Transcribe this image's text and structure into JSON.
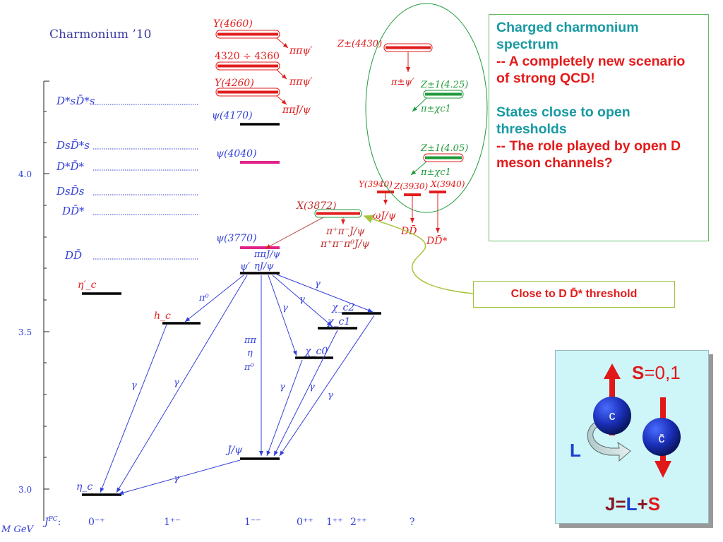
{
  "title": "Charmonium ’10",
  "axis": {
    "unit_label": "M GeV",
    "jpc_label": "J",
    "jpc_sup": "PC",
    "jpc_colon": ":",
    "ticks": [
      "3.0",
      "3.5",
      "4.0"
    ]
  },
  "jpc_columns": [
    "0⁻⁺",
    "1⁺⁻",
    "1⁻⁻",
    "0⁺⁺",
    "1⁺⁺",
    "2⁺⁺",
    "?"
  ],
  "thresholds": [
    "D*sD̄*s",
    "DsD̄*s",
    "D*D̄*",
    "DsD̄s",
    "DD̄*",
    "DD̄"
  ],
  "states": {
    "etac": "η_c",
    "etac2": "η′_c",
    "hc": "h_c",
    "jpsi": "J/ψ",
    "psi2s": "ψ′",
    "chic0": "χ_c0",
    "chic1": "χ_c1",
    "chic2": "χ_c2",
    "psi3770": "ψ(3770)",
    "psi4040": "ψ(4040)",
    "psi4170": "ψ(4170)",
    "y4260": "Y(4260)",
    "y4360": "4320 ÷ 4360",
    "y4660": "Y(4660)",
    "x3872": "X(3872)",
    "y3940": "Y(3940)",
    "z3930": "Z(3930)",
    "x3940": "X(3940)",
    "z4430": "Z±(4430)",
    "z4250": "Z±1(4.25)",
    "z4050": "Z±1(4.05)"
  },
  "transitions": {
    "gamma": "γ",
    "pi0": "π⁰",
    "pipi": "ππ",
    "eta": "η",
    "pi0b": "π⁰",
    "pipi_jpsi": "ππJ/ψ",
    "eta_jpsi": "ηJ/ψ",
    "pipi_psi2s_a": "ππψ′",
    "pipi_psi2s_b": "ππψ′",
    "pipi_jpsi_y": "ππJ/ψ",
    "x_pipijpsi": "π⁺π⁻J/ψ",
    "x_pipipi0jpsi": "π⁺π⁻π⁰J/ψ",
    "omega_jpsi": "ωJ/ψ",
    "ddbar": "DD̄",
    "ddbarstar": "DD̄*",
    "pi_psi2s": "π±ψ′",
    "pi_chic1_a": "π±χc1",
    "pi_chic1_b": "π±χc1"
  },
  "notes": {
    "heading": "Charged charmonium spectrum",
    "line1": "-- A completely new scenario of strong QCD!",
    "heading2": "States close to open thresholds",
    "line2": "-- The role played by open D meson channels?"
  },
  "close_label": "Close to D  D̄* threshold",
  "spin_panel": {
    "S": "S",
    "S_values": "=0,1",
    "L": "L",
    "c": "c",
    "cbar": "c̄",
    "J": "J",
    "eq": "=",
    "plus": "+"
  },
  "colors": {
    "blue": "#3440d8",
    "red": "#e21c1c",
    "magenta": "#e0228a",
    "green": "#1f9a3a",
    "teal": "#189aa2"
  }
}
